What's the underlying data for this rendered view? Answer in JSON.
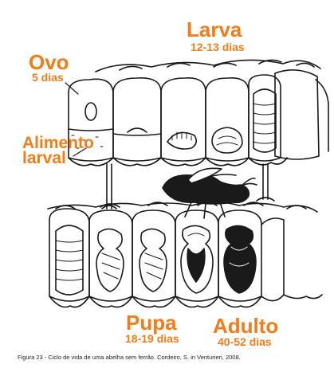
{
  "labels": {
    "larva": {
      "name": "Larva",
      "days": "12-13 dias"
    },
    "ovo": {
      "name": "Ovo",
      "days": "5 dias"
    },
    "alimento": {
      "line1": "Alimento",
      "line2": "larval"
    },
    "pupa": {
      "name": "Pupa",
      "days": "18-19 dias"
    },
    "adulto": {
      "name": "Adulto",
      "days": "40-52 dias"
    }
  },
  "caption": "Figura 23 - Ciclo de vida de uma abelha sem ferrão. Cordeiro, S. in Venturieri, 2008.",
  "colors": {
    "accent": "#ef7d1a",
    "line": "#1a1a1a",
    "background": "#ffffff"
  }
}
